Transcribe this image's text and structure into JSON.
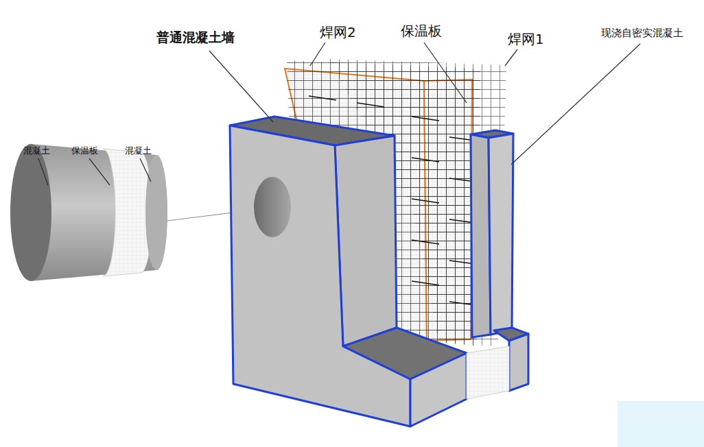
{
  "diagram": {
    "labels": [
      "普通混凝土墙",
      "焊网2",
      "保温板",
      "焊网1",
      "现浇自密实混凝土",
      "混凝土",
      "保温板",
      "混凝土"
    ]
  }
}
